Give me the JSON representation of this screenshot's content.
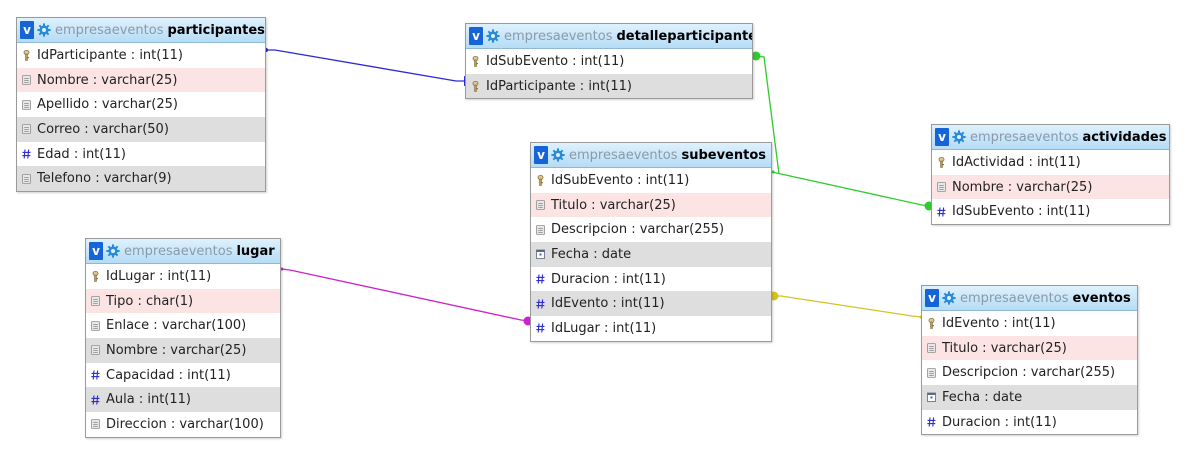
{
  "colors": {
    "link_participantes": "#2b2bd6",
    "link_subeventos_actividades": "#2ecc2e",
    "link_lugar": "#cc22cc",
    "link_eventos": "#d4c420",
    "header_toggle": "#1565d8"
  },
  "tables": [
    {
      "id": "participantes",
      "toggle": "v",
      "db": "empresaeventos",
      "name": "participantes",
      "fields": [
        {
          "label": "IdParticipante : int(11)",
          "icon": "key-icon",
          "style": "plain"
        },
        {
          "label": "Nombre : varchar(25)",
          "icon": "text-field-icon",
          "style": "hl"
        },
        {
          "label": "Apellido : varchar(25)",
          "icon": "text-field-icon",
          "style": "plain"
        },
        {
          "label": "Correo : varchar(50)",
          "icon": "text-field-icon",
          "style": "gray"
        },
        {
          "label": "Edad : int(11)",
          "icon": "number-field-icon",
          "style": "plain"
        },
        {
          "label": "Telefono : varchar(9)",
          "icon": "text-field-icon",
          "style": "gray"
        }
      ]
    },
    {
      "id": "detalleparticipante",
      "toggle": "v",
      "db": "empresaeventos",
      "name": "detalleparticipante",
      "fields": [
        {
          "label": "IdSubEvento : int(11)",
          "icon": "key-icon",
          "style": "plain"
        },
        {
          "label": "IdParticipante : int(11)",
          "icon": "key-icon",
          "style": "gray"
        }
      ]
    },
    {
      "id": "subeventos",
      "toggle": "v",
      "db": "empresaeventos",
      "name": "subeventos",
      "fields": [
        {
          "label": "IdSubEvento : int(11)",
          "icon": "key-icon",
          "style": "plain"
        },
        {
          "label": "Titulo : varchar(25)",
          "icon": "text-field-icon",
          "style": "hl"
        },
        {
          "label": "Descripcion : varchar(255)",
          "icon": "text-field-icon",
          "style": "plain"
        },
        {
          "label": "Fecha : date",
          "icon": "date-field-icon",
          "style": "gray"
        },
        {
          "label": "Duracion : int(11)",
          "icon": "number-field-icon",
          "style": "plain"
        },
        {
          "label": "IdEvento : int(11)",
          "icon": "number-field-icon",
          "style": "gray"
        },
        {
          "label": "IdLugar : int(11)",
          "icon": "number-field-icon",
          "style": "plain"
        }
      ]
    },
    {
      "id": "actividades",
      "toggle": "v",
      "db": "empresaeventos",
      "name": "actividades",
      "fields": [
        {
          "label": "IdActividad : int(11)",
          "icon": "key-icon",
          "style": "plain"
        },
        {
          "label": "Nombre : varchar(25)",
          "icon": "text-field-icon",
          "style": "hl"
        },
        {
          "label": "IdSubEvento : int(11)",
          "icon": "number-field-icon",
          "style": "plain"
        }
      ]
    },
    {
      "id": "lugar",
      "toggle": "v",
      "db": "empresaeventos",
      "name": "lugar",
      "fields": [
        {
          "label": "IdLugar : int(11)",
          "icon": "key-icon",
          "style": "plain"
        },
        {
          "label": "Tipo : char(1)",
          "icon": "text-field-icon",
          "style": "hl"
        },
        {
          "label": "Enlace : varchar(100)",
          "icon": "text-field-icon",
          "style": "plain"
        },
        {
          "label": "Nombre : varchar(25)",
          "icon": "text-field-icon",
          "style": "gray"
        },
        {
          "label": "Capacidad : int(11)",
          "icon": "number-field-icon",
          "style": "plain"
        },
        {
          "label": "Aula : int(11)",
          "icon": "number-field-icon",
          "style": "gray"
        },
        {
          "label": "Direccion : varchar(100)",
          "icon": "text-field-icon",
          "style": "plain"
        }
      ]
    },
    {
      "id": "eventos",
      "toggle": "v",
      "db": "empresaeventos",
      "name": "eventos",
      "fields": [
        {
          "label": "IdEvento : int(11)",
          "icon": "key-icon",
          "style": "plain"
        },
        {
          "label": "Titulo : varchar(25)",
          "icon": "text-field-icon",
          "style": "hl"
        },
        {
          "label": "Descripcion : varchar(255)",
          "icon": "text-field-icon",
          "style": "plain"
        },
        {
          "label": "Fecha : date",
          "icon": "date-field-icon",
          "style": "gray"
        },
        {
          "label": "Duracion : int(11)",
          "icon": "number-field-icon",
          "style": "plain"
        }
      ]
    }
  ],
  "relations": [
    {
      "from": "participantes.IdParticipante",
      "to": "detalleparticipante.IdParticipante",
      "color_key": "link_participantes"
    },
    {
      "from": "detalleparticipante.IdSubEvento",
      "to": "subeventos.IdSubEvento",
      "color_key": "link_subeventos_actividades"
    },
    {
      "from": "subeventos.IdSubEvento",
      "to": "actividades.IdSubEvento",
      "color_key": "link_subeventos_actividades"
    },
    {
      "from": "lugar.IdLugar",
      "to": "subeventos.IdLugar",
      "color_key": "link_lugar"
    },
    {
      "from": "eventos.IdEvento",
      "to": "subeventos.IdEvento",
      "color_key": "link_eventos"
    }
  ]
}
